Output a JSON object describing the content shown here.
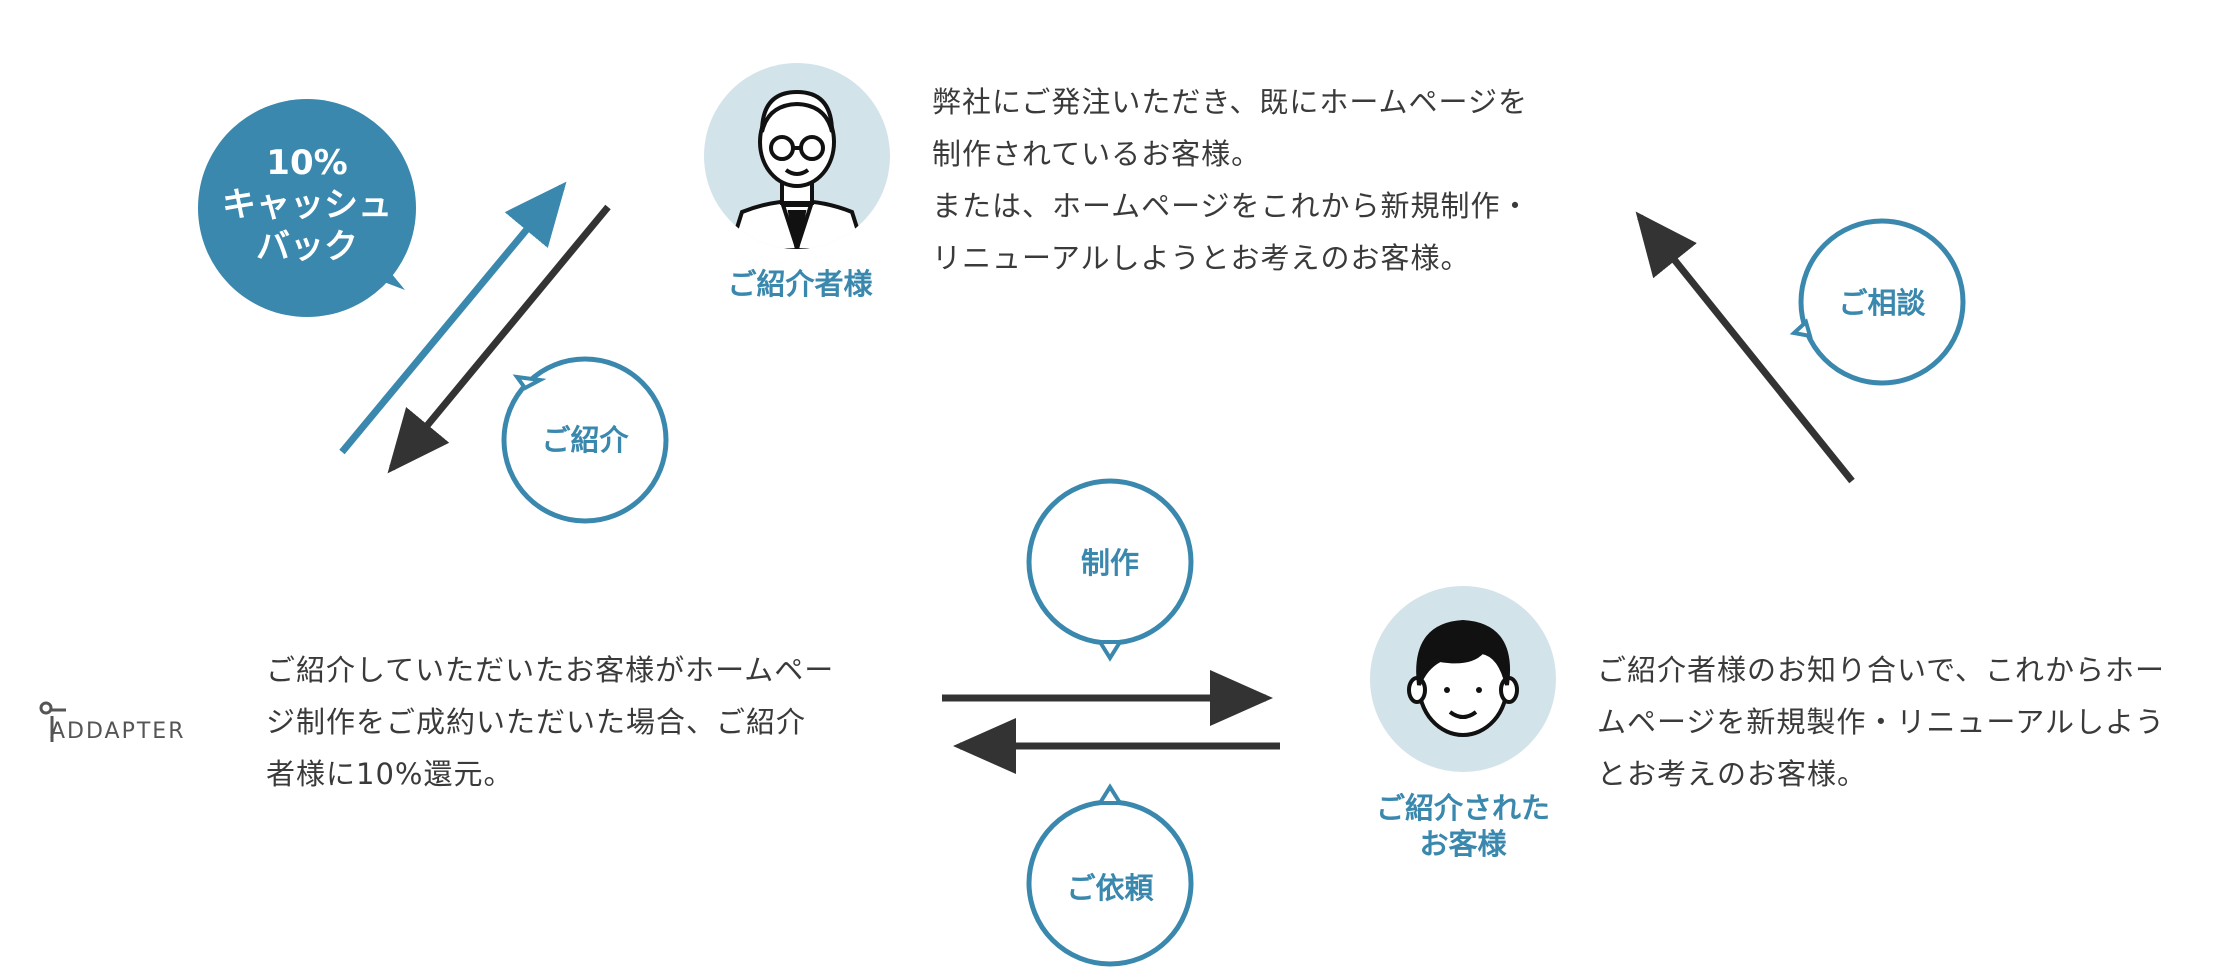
{
  "colors": {
    "accent": "#3a88ad",
    "arrow_dark": "#333333",
    "avatar_bg": "#d3e3ea",
    "text": "#3a3a3a"
  },
  "cashback_badge": {
    "lines": [
      "10%",
      "キャッシュ",
      "バック"
    ]
  },
  "bubbles": {
    "introduce": "ご紹介",
    "consult": "ご相談",
    "production": "制作",
    "request": "ご依頼"
  },
  "referrer": {
    "label": "ご紹介者様",
    "icon": "elderly-man-avatar-icon",
    "description": [
      "弊社にご発注いただき、既にホームページを",
      "制作されているお客様。",
      "または、ホームページをこれから新規制作・",
      "リニューアルしようとお考えのお客様。"
    ]
  },
  "company": {
    "logo": "ADDAPTER",
    "description": [
      "ご紹介していただいたお客様がホームペー",
      "ジ制作をご成約いただいた場合、ご紹介",
      "者様に10%還元。"
    ]
  },
  "referred_customer": {
    "label_lines": [
      "ご紹介された",
      "お客様"
    ],
    "icon": "young-man-avatar-icon",
    "description": [
      "ご紹介者様のお知り合いで、これからホー",
      "ムページを新規製作・リニューアルしよう",
      "とお考えのお客様。"
    ]
  }
}
